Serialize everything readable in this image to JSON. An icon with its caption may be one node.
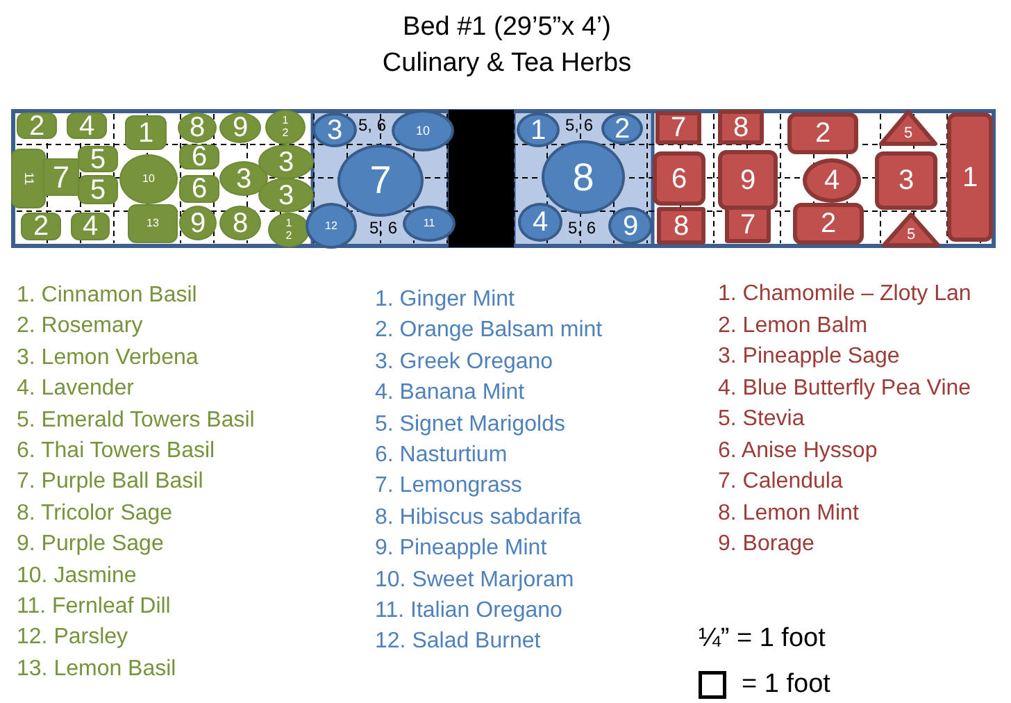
{
  "diagram": {
    "title": "Bed #1 (29’5”x 4’) Culinary & Tea Herbs",
    "nodes": [
      {
        "text": [
          "2"
        ]
      },
      {
        "text": [
          "4"
        ]
      },
      {
        "text": [
          "11"
        ]
      },
      {
        "text": [
          "7"
        ]
      },
      {
        "text": [
          "5"
        ]
      },
      {
        "text": [
          "5"
        ]
      },
      {
        "text": [
          "2"
        ]
      },
      {
        "text": [
          "4"
        ]
      },
      {
        "text": [
          "1"
        ]
      },
      {
        "text": [
          "10"
        ]
      },
      {
        "text": [
          "13"
        ]
      },
      {
        "text": [
          "8"
        ]
      },
      {
        "text": [
          "9"
        ]
      },
      {
        "text": [
          "6"
        ]
      },
      {
        "text": [
          "6"
        ]
      },
      {
        "text": [
          "9"
        ]
      },
      {
        "text": [
          "8"
        ]
      },
      {
        "text": [
          "3"
        ]
      },
      {
        "text": [
          "12"
        ]
      },
      {
        "text": [
          "3"
        ]
      },
      {
        "text": [
          "3"
        ]
      },
      {
        "text": [
          "12"
        ]
      },
      {
        "text": [
          "3"
        ]
      },
      {
        "text": [
          "10"
        ]
      },
      {
        "text": [
          "7"
        ]
      },
      {
        "text": [
          "12"
        ]
      },
      {
        "text": [
          "11"
        ]
      },
      {
        "text": [
          "1"
        ]
      },
      {
        "text": [
          "2"
        ]
      },
      {
        "text": [
          "8"
        ]
      },
      {
        "text": [
          "4"
        ]
      },
      {
        "text": [
          "9"
        ]
      },
      {
        "text": [
          "7"
        ]
      },
      {
        "text": [
          "6"
        ]
      },
      {
        "text": [
          "8"
        ]
      },
      {
        "text": [
          "8"
        ]
      },
      {
        "text": [
          "9"
        ]
      },
      {
        "text": [
          "7"
        ]
      },
      {
        "text": [
          "2"
        ]
      },
      {
        "text": [
          "4"
        ]
      },
      {
        "text": [
          "2"
        ]
      },
      {
        "text": [
          "5"
        ]
      },
      {
        "text": [
          "3"
        ]
      },
      {
        "text": [
          "5"
        ]
      },
      {
        "text": [
          "1"
        ]
      }
    ],
    "labels": [
      "5, 6",
      "5, 6",
      "5, 6",
      "5, 6",
      "1. Cinnamon Basil",
      "2. Rosemary",
      "3. Lemon Verbena",
      "4. Lavender",
      "5. Emerald Towers Basil",
      "6. Thai Towers Basil",
      "7. Purple Ball Basil",
      "8. Tricolor Sage",
      "9. Purple Sage",
      "10. Jasmine",
      "11. Fernleaf Dill",
      "12. Parsley",
      "13. Lemon Basil",
      "1. Ginger Mint",
      "2. Orange Balsam mint",
      "3. Greek Oregano",
      "4. Banana Mint",
      "5. Signet Marigolds",
      "6. Nasturtium",
      "7. Lemongrass",
      "8. Hibiscus sabdarifa",
      "9. Pineapple Mint",
      "10. Sweet Marjoram",
      "11. Italian Oregano",
      "12. Salad Burnet",
      "1. Chamomile – Zloty Lan",
      "2. Lemon Balm",
      "3. Pineapple Sage",
      "4. Blue Butterfly Pea Vine",
      "5. Stevia",
      "6. Anise Hyssop",
      "7. Calendula",
      "8. Lemon Mint",
      "9. Borage",
      "¼” = 1 foot"
    ],
    "legend": [
      {
        "text": "= 1 foot"
      }
    ]
  }
}
